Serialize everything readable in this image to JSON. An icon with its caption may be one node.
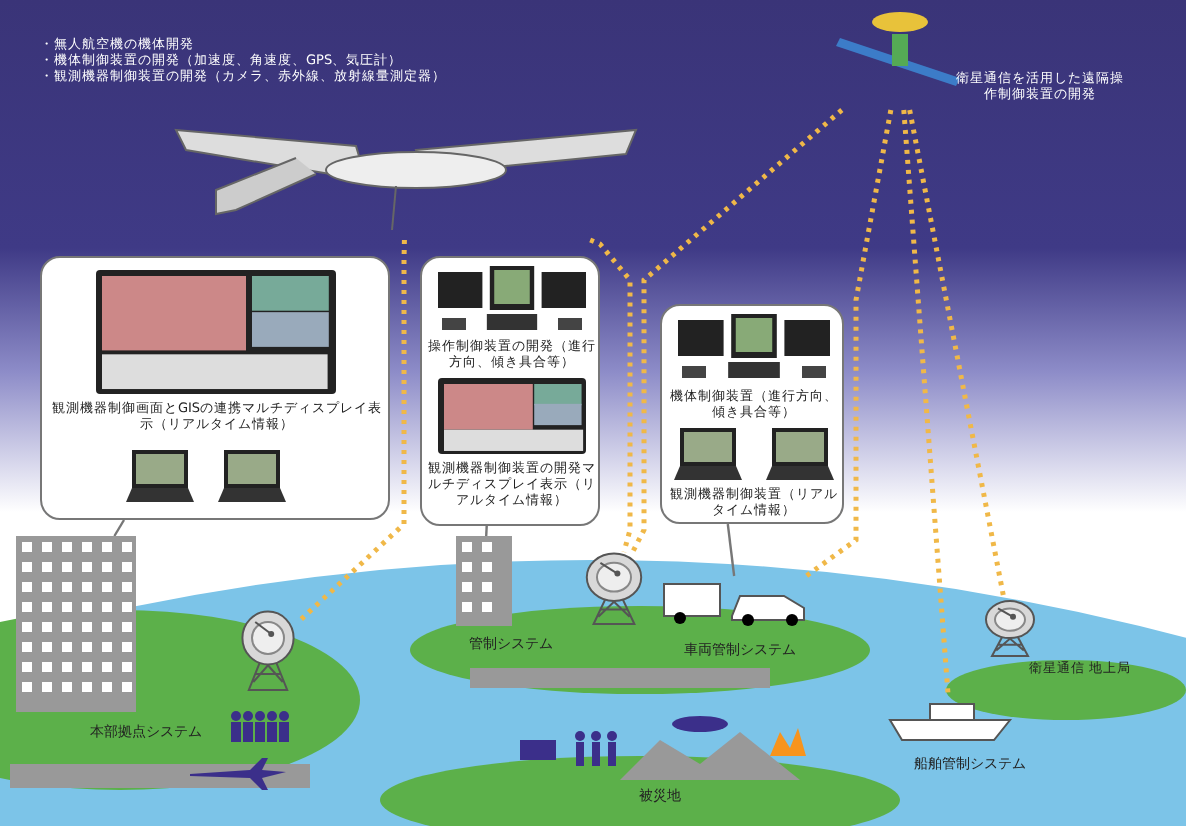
{
  "diagram": {
    "nodes": [
      {
        "text": [],
        "shape": "picture"
      },
      {
        "text": [],
        "shape": "picture",
        "beside": [
          "衛星通信を活用した遠隔操作制御装置の開発"
        ]
      },
      {
        "text": [
          "観測機器制御画面とGISの連携マルチディスプレイ表示（リアルタイム情報）"
        ]
      },
      {
        "text": [
          "操作制御装置の開発（進行方向、傾き具合等）",
          "観測機器制御装置の開発マルチディスプレイ表示（リアルタイム情報）"
        ]
      },
      {
        "text": [
          "機体制御装置（進行方向、傾き具合等）",
          "観測機器制御装置（リアルタイム情報）"
        ]
      },
      {
        "text": [
          "本部拠点システム"
        ]
      },
      {
        "text": [
          "管制システム"
        ]
      },
      {
        "text": [
          "車両管制システム"
        ]
      },
      {
        "text": [
          "衛星通信 地上局"
        ]
      },
      {
        "text": [
          "船舶管制システム"
        ]
      },
      {
        "text": [
          "被災地"
        ]
      },
      {
        "text": [],
        "shape": "picture"
      },
      {
        "text": [],
        "shape": "picture"
      }
    ],
    "edges": [
      {
        "from": 2,
        "to": 5,
        "arrow": "none",
        "color": "#777777"
      },
      {
        "from": 3,
        "to": 6,
        "arrow": "none",
        "color": "#777777"
      },
      {
        "from": 4,
        "to": 7,
        "arrow": "none",
        "color": "#777777"
      },
      {
        "from": 0,
        "to": 11,
        "arrow": "none",
        "style": "dashed",
        "color": "#f0b848"
      },
      {
        "from": 0,
        "to": 12,
        "arrow": "none",
        "style": "dashed",
        "color": "#f0b848"
      },
      {
        "from": 1,
        "to": 12,
        "arrow": "none",
        "style": "dashed",
        "color": "#f0b848"
      },
      {
        "from": 1,
        "to": 7,
        "arrow": "none",
        "style": "dashed",
        "color": "#f0b848"
      },
      {
        "from": 1,
        "to": 8,
        "arrow": "none",
        "style": "dashed",
        "color": "#f0b848"
      },
      {
        "from": 1,
        "to": 9,
        "arrow": "none",
        "style": "dashed",
        "color": "#f0b848"
      }
    ],
    "labels": [
      "・無人航空機の機体開発",
      "・機体制御装置の開発（加速度、角速度、GPS、気圧計）",
      "・観測機器制御装置の開発（カメラ、赤外線、放射線量測定器）"
    ]
  }
}
